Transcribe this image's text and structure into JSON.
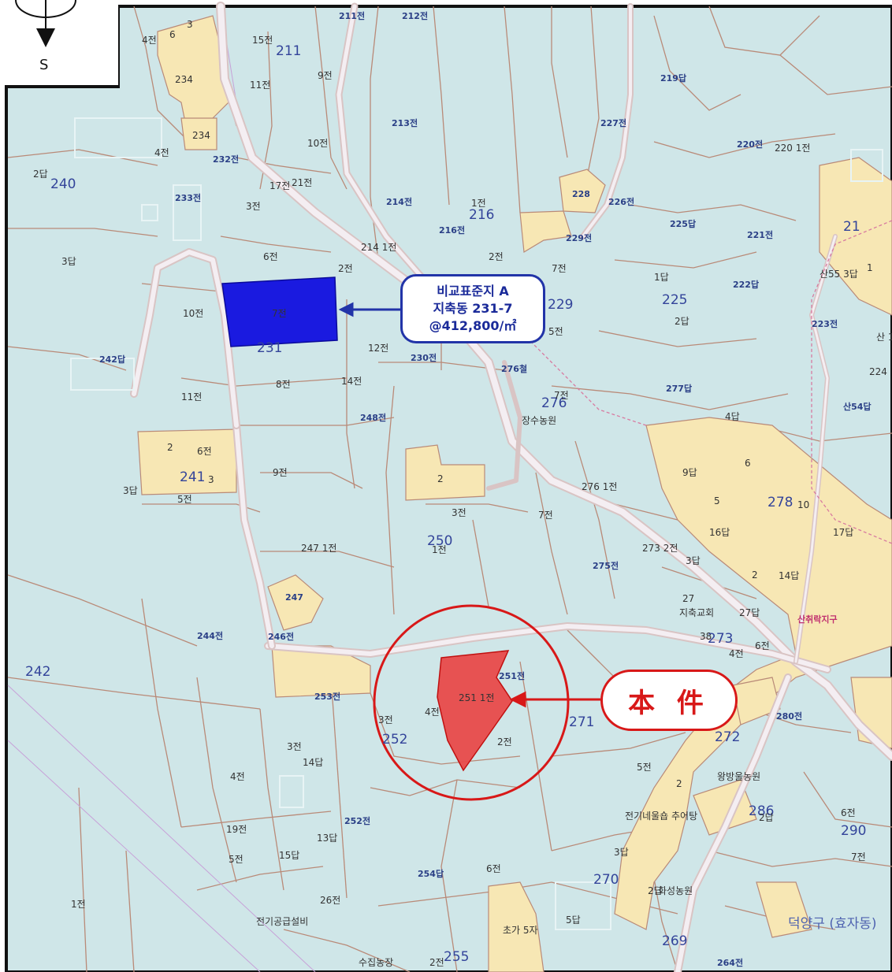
{
  "compass": {
    "direction_label": "S"
  },
  "callouts": {
    "comparison": {
      "line1": "비교표준지 A",
      "line2": "지축동 231-7",
      "line3": "@412,800/㎡",
      "border_color": "#2234a8",
      "text_color": "#1a2a99"
    },
    "subject": {
      "label": "本 件",
      "color": "#d81818"
    }
  },
  "highlight_colors": {
    "comparison_parcel": "#1a1ae0",
    "subject_parcel": "#e84a4a",
    "map_bg": "#cfe6e8",
    "building_land": "#f7e7b4"
  },
  "parcel_labels": [
    "211전",
    "212전",
    "4전",
    "6",
    "3",
    "15전",
    "211",
    "234",
    "11전",
    "9전",
    "234",
    "4전",
    "232전",
    "10전",
    "213전",
    "227전",
    "219답",
    "220전",
    "220 1전",
    "2답",
    "240",
    "233전",
    "3전",
    "17전",
    "21전",
    "214전",
    "1전",
    "216",
    "216전",
    "228",
    "226전",
    "225답",
    "221전",
    "229전",
    "3답",
    "6전",
    "2전",
    "214 1전",
    "2전",
    "7전",
    "1답",
    "225",
    "222답",
    "10전",
    "7전",
    "231",
    "229",
    "5전",
    "2답",
    "223전",
    "242답",
    "12전",
    "230전",
    "276철",
    "8전",
    "14전",
    "276",
    "277답",
    "4답",
    "11전",
    "248전",
    "7전",
    "장수농원",
    "산54답",
    "2",
    "6전",
    "241",
    "3",
    "3답",
    "5전",
    "9전",
    "2",
    "3전",
    "250",
    "1전",
    "7전",
    "276 1전",
    "9답",
    "6",
    "5",
    "278",
    "10",
    "17답",
    "16답",
    "273 2전",
    "3답",
    "247 1전",
    "275전",
    "2",
    "14답",
    "247",
    "27",
    "지축교회",
    "244전",
    "246전",
    "27답",
    "38",
    "273",
    "4전",
    "6전",
    "242",
    "251전",
    "산취락지구",
    "253전",
    "251 1전",
    "4전",
    "3전",
    "252",
    "271",
    "280전",
    "272",
    "3전",
    "14답",
    "4전",
    "2전",
    "5전",
    "왕방울농원",
    "2",
    "252전",
    "19전",
    "13답",
    "전기네울숍 추어탕",
    "286",
    "2답",
    "6전",
    "290",
    "5전",
    "15답",
    "3답",
    "254답",
    "6전",
    "270",
    "7전",
    "1전",
    "26전",
    "2답",
    "화성농원",
    "5답",
    "전기공급설비",
    "초가 5자",
    "269",
    "264전",
    "덕양구 (효자동)",
    "2전",
    "255",
    "수집농장",
    "산55 3답",
    "산 1",
    "224",
    "21",
    "1"
  ]
}
